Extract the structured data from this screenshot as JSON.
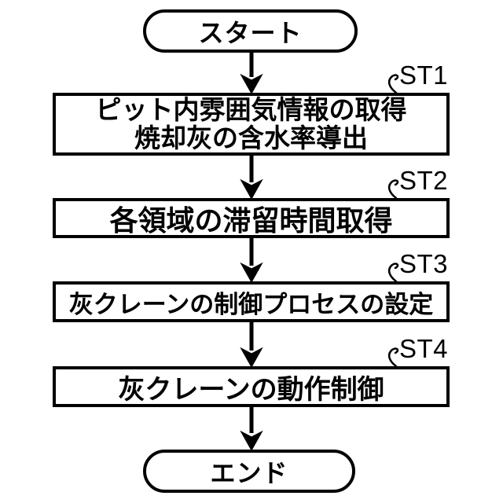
{
  "flowchart": {
    "title_semantic": "ash-crane-control-flowchart",
    "start_label": "スタート",
    "end_label": "エンド",
    "steps": [
      {
        "id": "ST1",
        "lines": [
          "ピット内雰囲気情報の取得",
          "焼却灰の含水率導出"
        ]
      },
      {
        "id": "ST2",
        "lines": [
          "各領域の滞留時間取得"
        ]
      },
      {
        "id": "ST3",
        "lines": [
          "灰クレーンの制御プロセスの設定"
        ]
      },
      {
        "id": "ST4",
        "lines": [
          "灰クレーンの動作制御"
        ]
      }
    ],
    "colors": {
      "line": "#000000",
      "background": "#ffffff"
    }
  }
}
